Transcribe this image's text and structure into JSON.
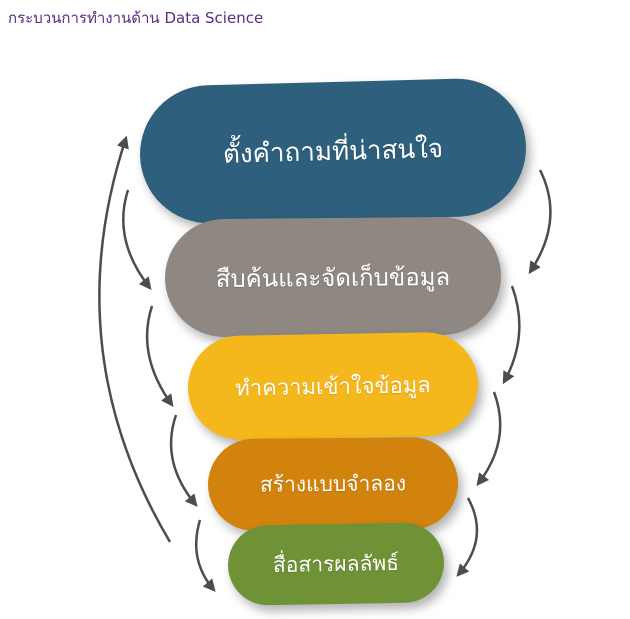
{
  "title": "กระบวนการทำงานด้าน Data Science",
  "steps": [
    {
      "label": "ตั้งคำถามที่น่าสนใจ",
      "color": "#2e5f7c"
    },
    {
      "label": "สืบค้นและจัดเก็บข้อมูล",
      "color": "#8f8781"
    },
    {
      "label": "ทำความเข้าใจข้อมูล",
      "color": "#f4b71c"
    },
    {
      "label": "สร้างแบบจำลอง",
      "color": "#d1830e"
    },
    {
      "label": "สื่อสารผลลัพธ์",
      "color": "#6f9236"
    }
  ],
  "arrow_color": "#4d4d4d"
}
